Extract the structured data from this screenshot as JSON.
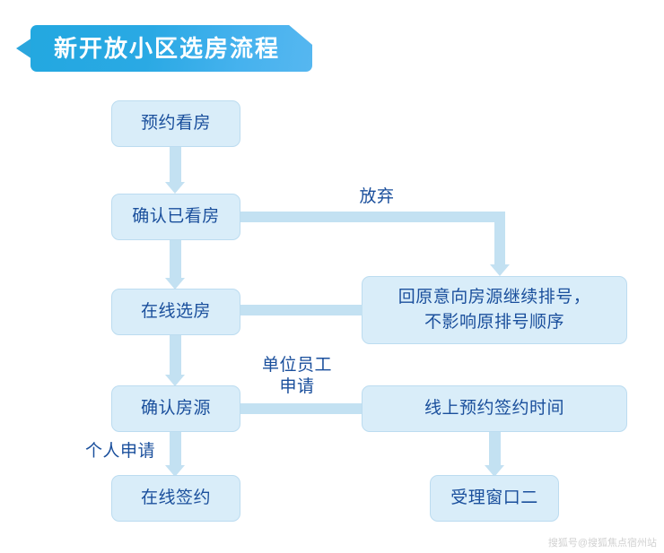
{
  "banner": {
    "title": "新开放小区选房流程",
    "bg_color": "#2aa9e4",
    "text_color": "#ffffff"
  },
  "theme": {
    "node_fill": "#d9edf9",
    "node_border": "#bcdcf0",
    "node_text": "#1a4f9c",
    "connector": "#c3e1f2",
    "page_bg": "#ffffff"
  },
  "nodes": {
    "appointment": "预约看房",
    "confirm_viewed": "确认已看房",
    "online_select": "在线选房",
    "confirm_unit": "确认房源",
    "online_sign": "在线签约",
    "requeue_line1": "回原意向房源继续排号，",
    "requeue_line2": "不影响原排号顺序",
    "online_booking": "线上预约签约时间",
    "service_window": "受理窗口二"
  },
  "edge_labels": {
    "abandon": "放弃",
    "employee_apply": "单位员工\n申请",
    "personal_apply": "个人申请"
  },
  "watermark": "搜狐号@搜狐焦点宿州站"
}
